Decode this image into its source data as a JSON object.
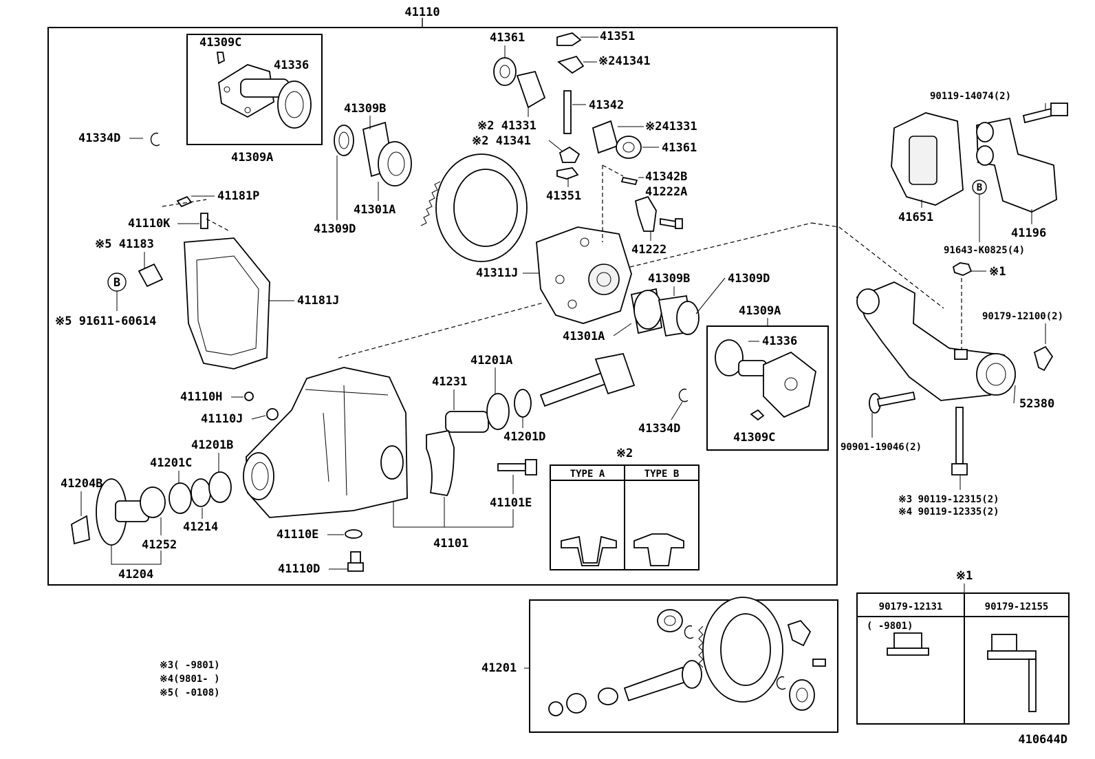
{
  "diagram_id": "410644D",
  "labels": {
    "main_assembly": "41110",
    "p41309C_a": "41309C",
    "p41336_a": "41336",
    "p41309A_a": "41309A",
    "p41334D_a": "41334D",
    "p41309B_a": "41309B",
    "p41301A_a": "41301A",
    "p41309D_a": "41309D",
    "p41361_a": "41361",
    "p41351_a": "41351",
    "p41341_a": "※241341",
    "p41342": "41342",
    "p41331_a": "※2 41331",
    "p41341_b": "※2 41341",
    "p41331_b": "※241331",
    "p41361_b": "41361",
    "p41351_b": "41351",
    "p41342B": "41342B",
    "p41222A": "41222A",
    "p41222": "41222",
    "p41181P": "41181P",
    "p41110K": "41110K",
    "p41183": "※5 41183",
    "p91611": "※5  91611-60614",
    "p41181J": "41181J",
    "p41311J": "41311J",
    "p41309B_b": "41309B",
    "p41309D_b": "41309D",
    "p41301A_b": "41301A",
    "p41309A_b": "41309A",
    "p41336_b": "41336",
    "p41309C_b": "41309C",
    "p41334D_b": "41334D",
    "p41201A": "41201A",
    "p41231": "41231",
    "p41201D": "41201D",
    "p41110H": "41110H",
    "p41110J": "41110J",
    "p41201B": "41201B",
    "p41201C": "41201C",
    "p41204B": "41204B",
    "p41214": "41214",
    "p41252": "41252",
    "p41204": "41204",
    "p41101E": "41101E",
    "p41101": "41101",
    "p41110E": "41110E",
    "p41110D": "41110D",
    "p41201": "41201",
    "p90119_14074": "90119-14074(2)",
    "p41651": "41651",
    "p41196": "41196",
    "p91643": "91643-K0825(4)",
    "p_ref1": "※1",
    "p90179_12100": "90179-12100(2)",
    "p52380": "52380",
    "p90901": "90901-19046(2)",
    "p90119_12315": "※3  90119-12315(2)",
    "p90119_12335": "※4  90119-12335(2)",
    "circle_b_left": "B",
    "circle_b_right": "B"
  },
  "type_box": {
    "title": "※2",
    "type_a": "TYPE  A",
    "type_b": "TYPE  B"
  },
  "ref1_box": {
    "title": "※1",
    "col1": "90179-12131",
    "col2": "90179-12155",
    "col1_note": "(      -9801)"
  },
  "notes": {
    "n3": "※3(      -9801)",
    "n4": "※4(9801-      )",
    "n5": "※5(      -0108)"
  }
}
